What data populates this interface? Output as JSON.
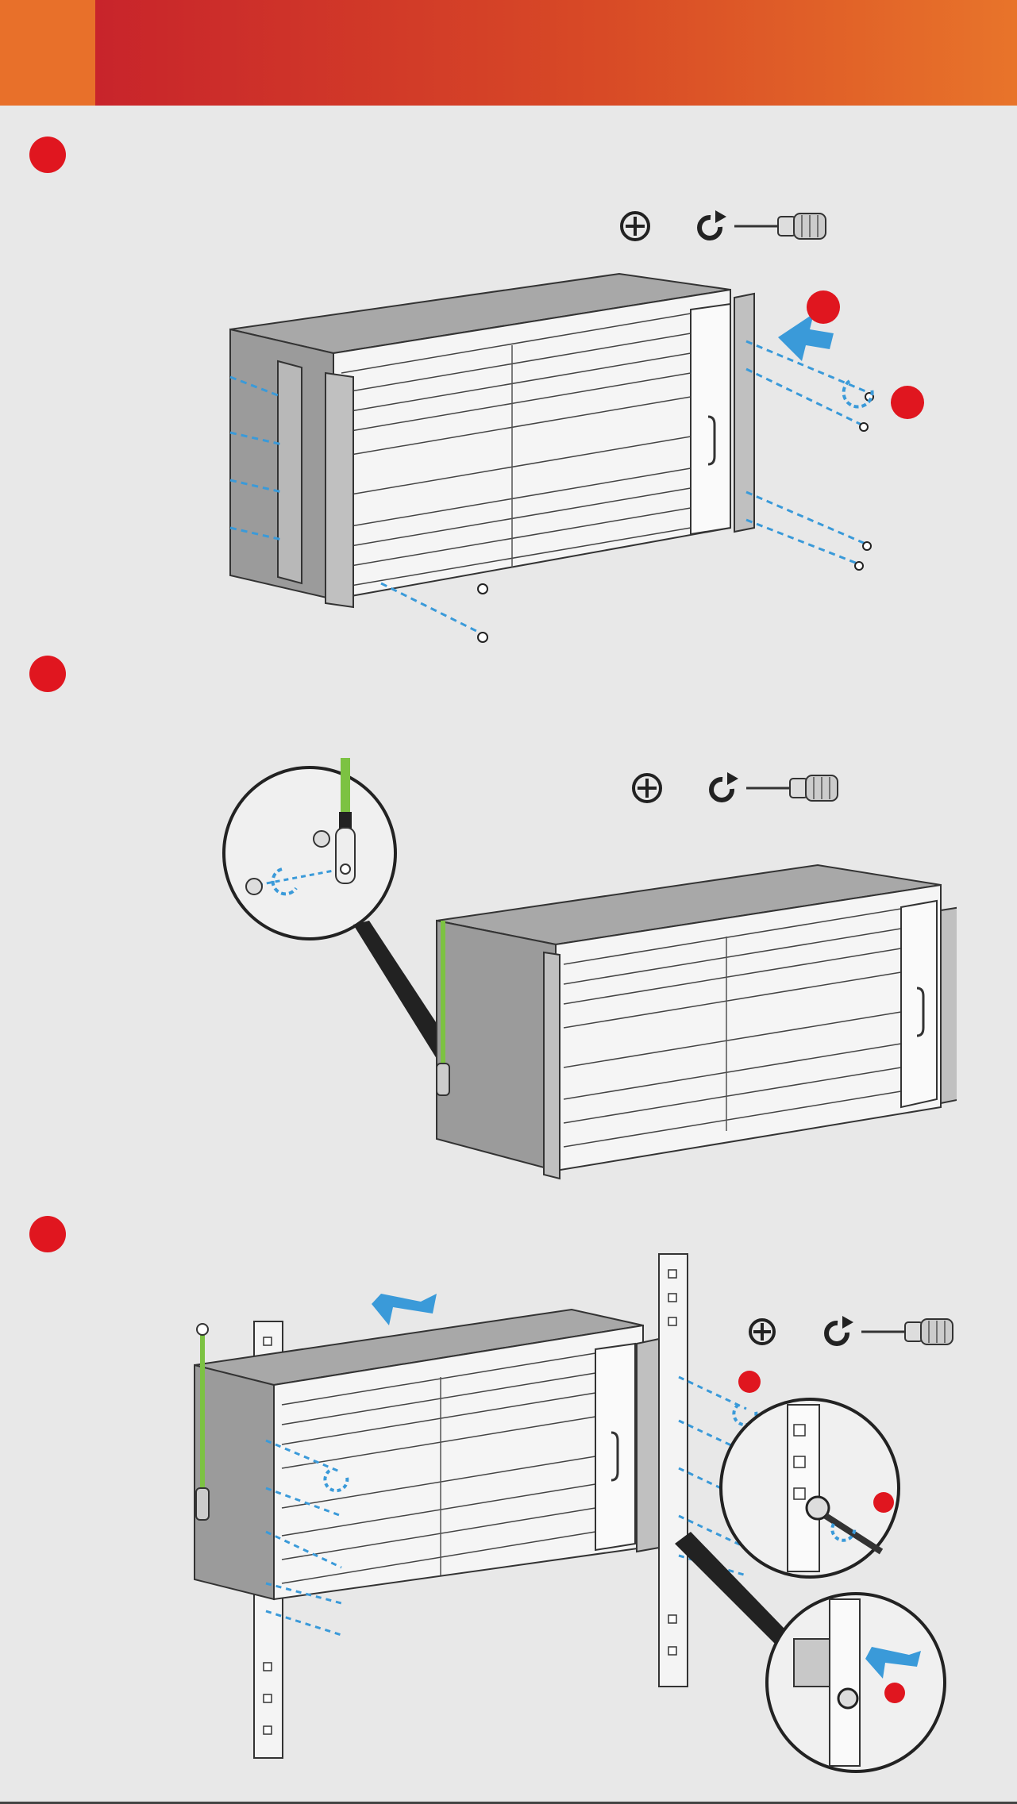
{
  "colors": {
    "header_orange": "#e8702a",
    "header_red": "#c8242b",
    "step_red": "#e0161f",
    "background": "#e8e8e8",
    "arrow_blue": "#3a9ad9",
    "cable_green": "#7cc242"
  },
  "icons": {
    "phillips": "phillips-screw-icon",
    "clockwise": "tighten-clockwise-icon",
    "screwdriver": "screwdriver-icon"
  },
  "steps": [
    {
      "id": "1",
      "illustration": "mount-brackets-on-chassis"
    },
    {
      "id": "2",
      "illustration": "attach-ground-cable"
    },
    {
      "id": "3",
      "illustration": "install-chassis-in-rack"
    }
  ]
}
